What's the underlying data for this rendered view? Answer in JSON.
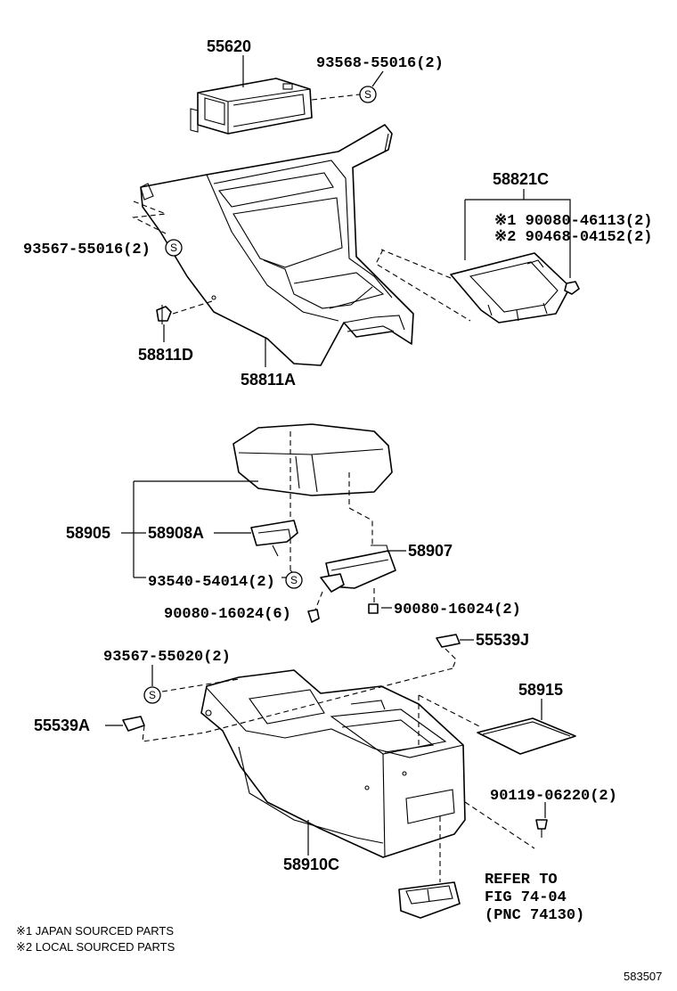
{
  "labels": {
    "p55620": "55620",
    "p93568_55016": "93568-55016(2)",
    "p93567_55016": "93567-55016(2)",
    "p58821C": "58821C",
    "p90080_46113": "※1 90080-46113(2)",
    "p90468_04152": "※2 90468-04152(2)",
    "p58811D": "58811D",
    "p58811A": "58811A",
    "p58905": "58905",
    "p58908A": "58908A",
    "p58907": "58907",
    "p93540_54014": "93540-54014(2)",
    "p90080_16024_6": "90080-16024(6)",
    "p90080_16024_2": "90080-16024(2)",
    "p55539J": "55539J",
    "p93567_55020": "93567-55020(2)",
    "p58915": "58915",
    "p55539A": "55539A",
    "p90119_06220": "90119-06220(2)",
    "p58910C": "58910C",
    "refer_line1": "REFER TO",
    "refer_line2": "FIG 74-04",
    "refer_line3": "(PNC 74130)"
  },
  "symbols": {
    "s_mark": "S"
  },
  "notes": {
    "note1": "※1 JAPAN SOURCED PARTS",
    "note2": "※2 LOCAL SOURCED PARTS"
  },
  "diagram_id": "583507"
}
